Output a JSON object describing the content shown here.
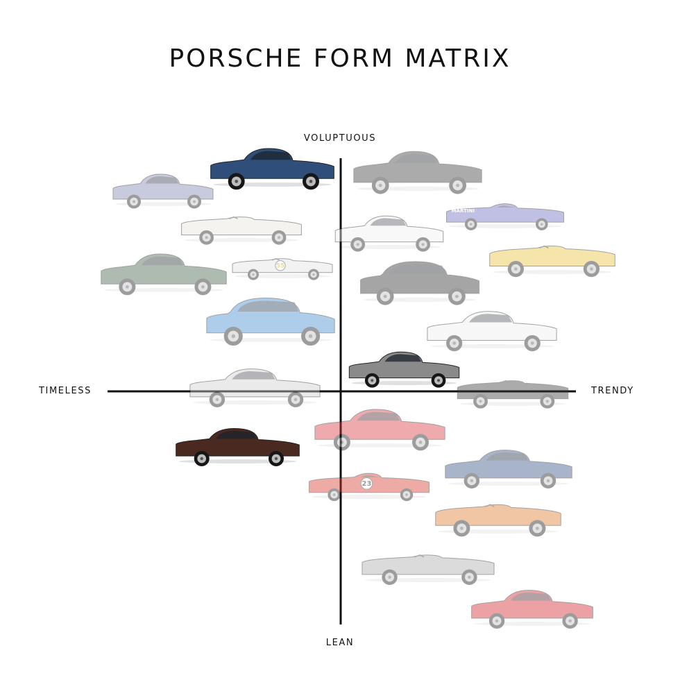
{
  "title": "PORSCHE FORM MATRIX",
  "axes": {
    "top": "VOLUPTUOUS",
    "bottom": "LEAN",
    "left": "TIMELESS",
    "right": "TRENDY"
  },
  "colors": {
    "axis": "#111111",
    "text": "#111111"
  },
  "cars": [
    {
      "id": "356-coupe-blue",
      "color": "#2f4f7a",
      "highlight": true,
      "style": "coupe"
    },
    {
      "id": "911-classic-lavender",
      "color": "#7e82b0",
      "highlight": false,
      "style": "coupe"
    },
    {
      "id": "356-speedster-cream",
      "color": "#e7e3da",
      "highlight": false,
      "style": "roadster"
    },
    {
      "id": "911-classic-green",
      "color": "#3e6048",
      "highlight": false,
      "style": "coupe"
    },
    {
      "id": "550-spyder-55",
      "color": "#e2e2e2",
      "highlight": false,
      "style": "roadster",
      "badge": "55"
    },
    {
      "id": "macan-blue",
      "color": "#3f8ad0",
      "highlight": false,
      "style": "suv"
    },
    {
      "id": "911-silver-modern",
      "color": "#cfcfcf",
      "highlight": false,
      "style": "coupe"
    },
    {
      "id": "930-turbo-brown",
      "color": "#4a2a20",
      "highlight": true,
      "style": "coupe"
    },
    {
      "id": "991-black",
      "color": "#3a3a3a",
      "highlight": false,
      "style": "coupe"
    },
    {
      "id": "917-martini",
      "color": "#6a6ac0",
      "highlight": false,
      "style": "race",
      "badge": "MARTINI"
    },
    {
      "id": "911-turbo-white",
      "color": "#f0f0f0",
      "highlight": false,
      "style": "coupe"
    },
    {
      "id": "boxster-yellow",
      "color": "#e8c33a",
      "highlight": false,
      "style": "roadster"
    },
    {
      "id": "cayenne-black",
      "color": "#2a2a2a",
      "highlight": false,
      "style": "suv"
    },
    {
      "id": "panamera-white",
      "color": "#eeeeee",
      "highlight": false,
      "style": "coupe"
    },
    {
      "id": "gt2rs-silver",
      "color": "#8a8a8a",
      "highlight": true,
      "style": "coupe"
    },
    {
      "id": "targa-black",
      "color": "#3a3a3a",
      "highlight": false,
      "style": "roadster"
    },
    {
      "id": "cayman-red",
      "color": "#d9363e",
      "highlight": false,
      "style": "coupe"
    },
    {
      "id": "917-salzburg-23",
      "color": "#d93a2a",
      "highlight": false,
      "style": "race",
      "badge": "23"
    },
    {
      "id": "928-blue",
      "color": "#2f4e80",
      "highlight": false,
      "style": "coupe"
    },
    {
      "id": "914-orange",
      "color": "#e07a2a",
      "highlight": false,
      "style": "roadster"
    },
    {
      "id": "918-spyder-silver",
      "color": "#aaaaaa",
      "highlight": false,
      "style": "roadster"
    },
    {
      "id": "944-red",
      "color": "#d2232a",
      "highlight": false,
      "style": "coupe"
    }
  ]
}
